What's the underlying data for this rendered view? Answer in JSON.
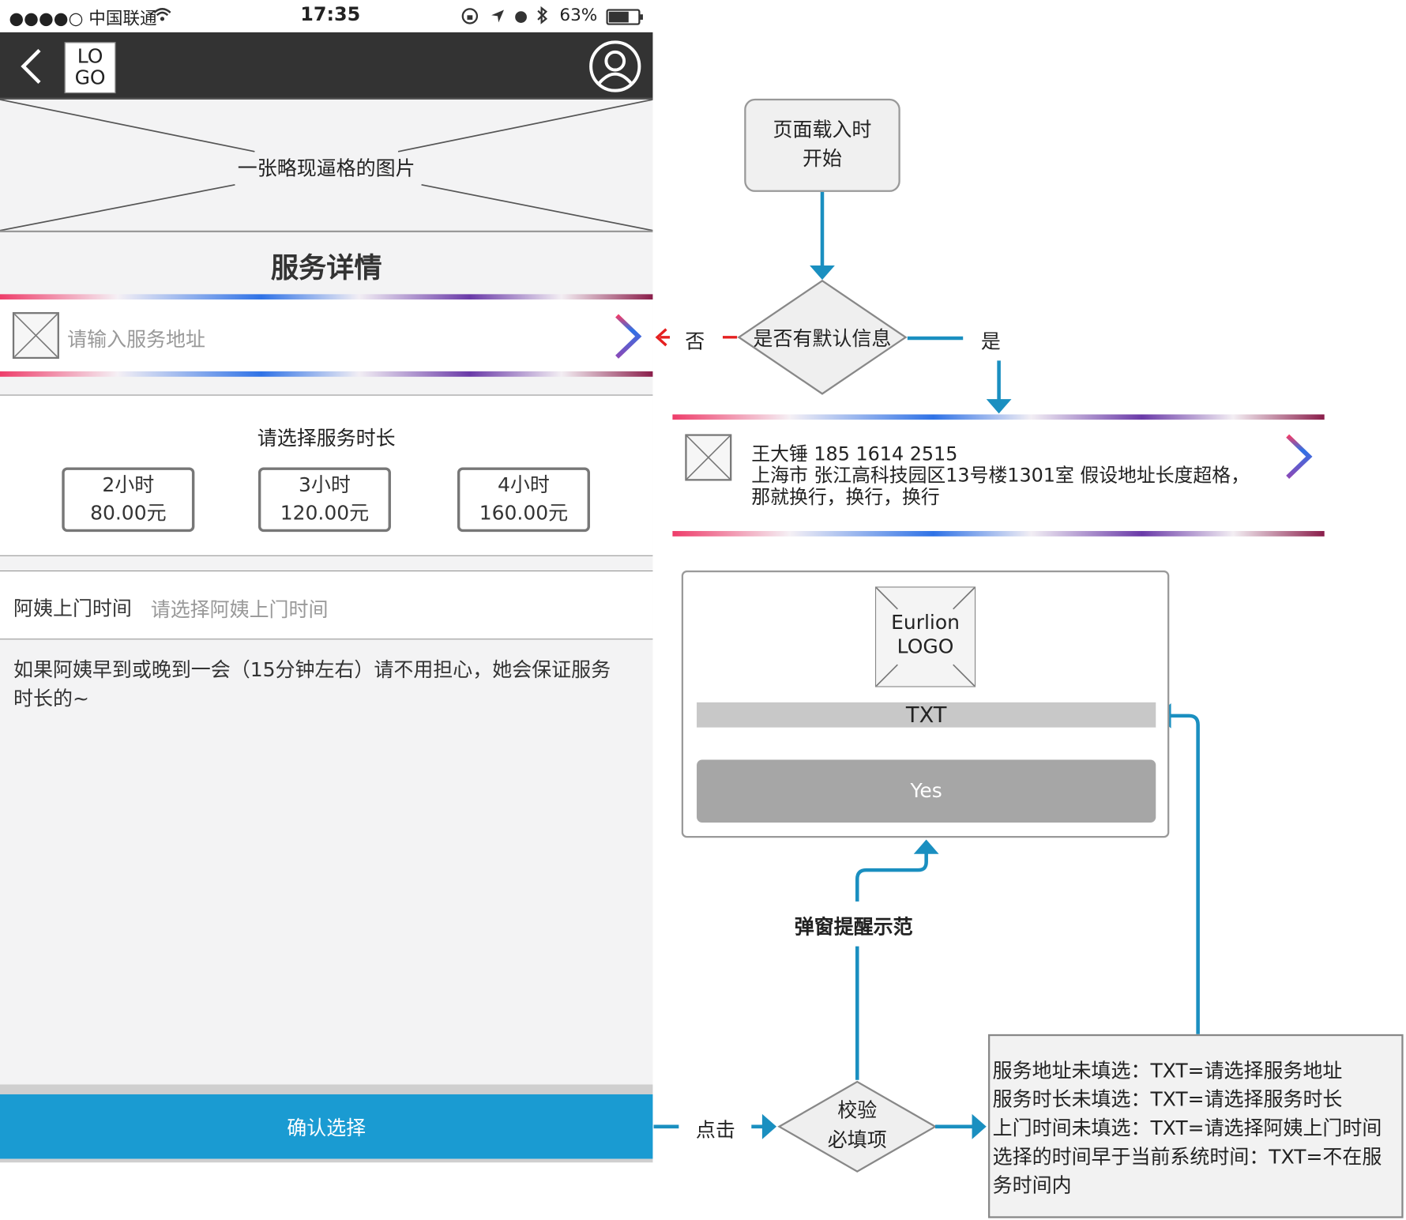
{
  "status_bar": {
    "carrier": "●●●●○ 中国联通",
    "time": "17:35",
    "battery": "63%"
  },
  "nav": {
    "logo_line1": "LO",
    "logo_line2": "GO"
  },
  "banner": {
    "caption": "一张略现逼格的图片"
  },
  "service": {
    "title": "服务详情",
    "address_placeholder": "请输入服务地址",
    "duration_title": "请选择服务时长",
    "options": [
      {
        "hours": "2小时",
        "price": "80.00元"
      },
      {
        "hours": "3小时",
        "price": "120.00元"
      },
      {
        "hours": "4小时",
        "price": "160.00元"
      }
    ],
    "time_label": "阿姨上门时间",
    "time_placeholder": "请选择阿姨上门时间",
    "notice_line1": "如果阿姨早到或晚到一会（15分钟左右）请不用担心，她会保证服务",
    "notice_line2": "时长的~",
    "confirm_label": "确认选择"
  },
  "flow": {
    "start_line1": "页面载入时",
    "start_line2": "开始",
    "decision": "是否有默认信息",
    "no_label": "否",
    "yes_label": "是",
    "card": {
      "line1": "王大锤 185 1614 2515",
      "line2": "上海市 张江高科技园区13号楼1301室 假设地址长度超格，",
      "line3": "那就换行，换行，换行"
    },
    "dialog": {
      "logo_line1": "Eurlion",
      "logo_line2": "LOGO",
      "txt": "TXT",
      "yes": "Yes"
    },
    "popup_label": "弹窗提醒示范",
    "click_label": "点击",
    "validate_line1": "校验",
    "validate_line2": "必填项",
    "note_lines": [
      "服务地址未填选：TXT=请选择服务地址",
      "服务时长未填选：TXT=请选择服务时长",
      "上门时间未填选：TXT=请选择阿姨上门时间",
      "选择的时间早于当前系统时间：TXT=不在服",
      "务时间内"
    ]
  }
}
